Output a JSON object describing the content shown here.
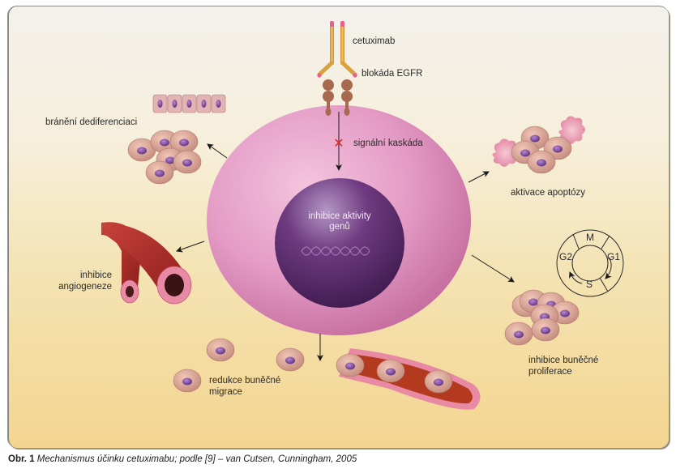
{
  "figure": {
    "labels": {
      "antibody": "cetuximab",
      "receptor_block": "blokáda EGFR",
      "signal_cascade": "signální kaskáda",
      "nucleus_line1": "inhibice aktivity",
      "nucleus_line2": "genů",
      "dedifferentiation": "bránění dediferenciaci",
      "apoptosis": "aktivace apoptózy",
      "angiogenesis_line1": "inhibice",
      "angiogenesis_line2": "angiogeneze",
      "proliferation_line1": "inhibice buněčné",
      "proliferation_line2": "proliferace",
      "migration_line1": "redukce buněčné",
      "migration_line2": "migrace"
    },
    "cell_cycle": {
      "phases": [
        "M",
        "G1",
        "S",
        "G2"
      ]
    },
    "inhibition_mark": "✕",
    "colors": {
      "cell": "#d98ab8",
      "nucleus": "#5e2f6e",
      "antibody": "#e2a94a",
      "antibody_tip": "#e8608f",
      "receptor": "#a8694f",
      "vessel": "#b8312c",
      "vessel_lining": "#e98aa4",
      "inhibition_x": "#e8262a"
    }
  },
  "caption": {
    "prefix": "Obr. 1",
    "text": " Mechanismus účinku cetuximabu; podle [9] – van Cutsen, Cunningham, 2005"
  }
}
